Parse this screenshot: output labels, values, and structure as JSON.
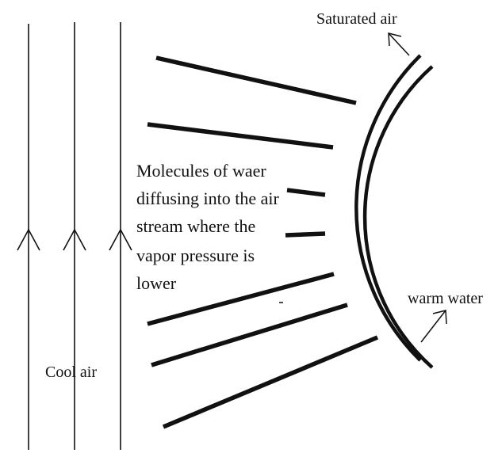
{
  "labels": {
    "saturated_air": "Saturated air",
    "warm_water": "warm water",
    "cool_air": "Cool air",
    "description_lines": [
      "Molecules of waer",
      "diffusing into the air",
      "stream where the",
      "vapor pressure is",
      "lower"
    ]
  },
  "colors": {
    "ink": "#111111",
    "background": "#ffffff"
  }
}
